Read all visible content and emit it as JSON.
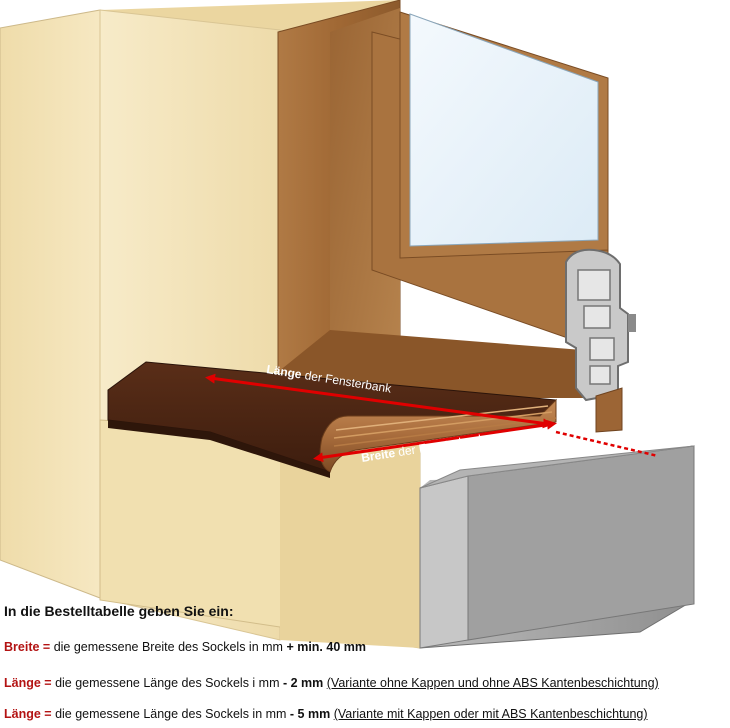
{
  "labels": {
    "laenge_bold": "Länge",
    "laenge_rest": " der Fensterbank",
    "breite_bold": "Breite",
    "breite_rest": " der Fensterbank"
  },
  "instructions": {
    "heading": "In die Bestelltabelle geben Sie ein:",
    "rows": [
      {
        "key": "Breite =",
        "text": " die gemessene Breite des Sockels in mm ",
        "emphasis": "+ min. 40 mm",
        "note": ""
      },
      {
        "key": "Länge =",
        "text": " die gemessene Länge des Sockels i mm ",
        "emphasis": "- 2 mm",
        "note": "(Variante ohne Kappen und ohne ABS Kantenbeschichtung)"
      },
      {
        "key": "Länge =",
        "text": " die gemessene Länge des Sockels in mm ",
        "emphasis": "- 5 mm",
        "note": "(Variante mit Kappen oder mit ABS Kantenbeschichtung)"
      }
    ]
  },
  "colors": {
    "arrow": "#e00000",
    "label_text": "#ffffff",
    "key_text": "#b31313",
    "wall": "#f2e2b4",
    "frame": "#a8703d",
    "sill": "#4a2514",
    "glass": "#e9f3fa",
    "base_block": "#a3a3a3"
  },
  "icons": [
    "window-frame",
    "window-glass",
    "pvc-profile",
    "windowsill-board",
    "wall-corner",
    "base-block",
    "dimension-arrow"
  ]
}
